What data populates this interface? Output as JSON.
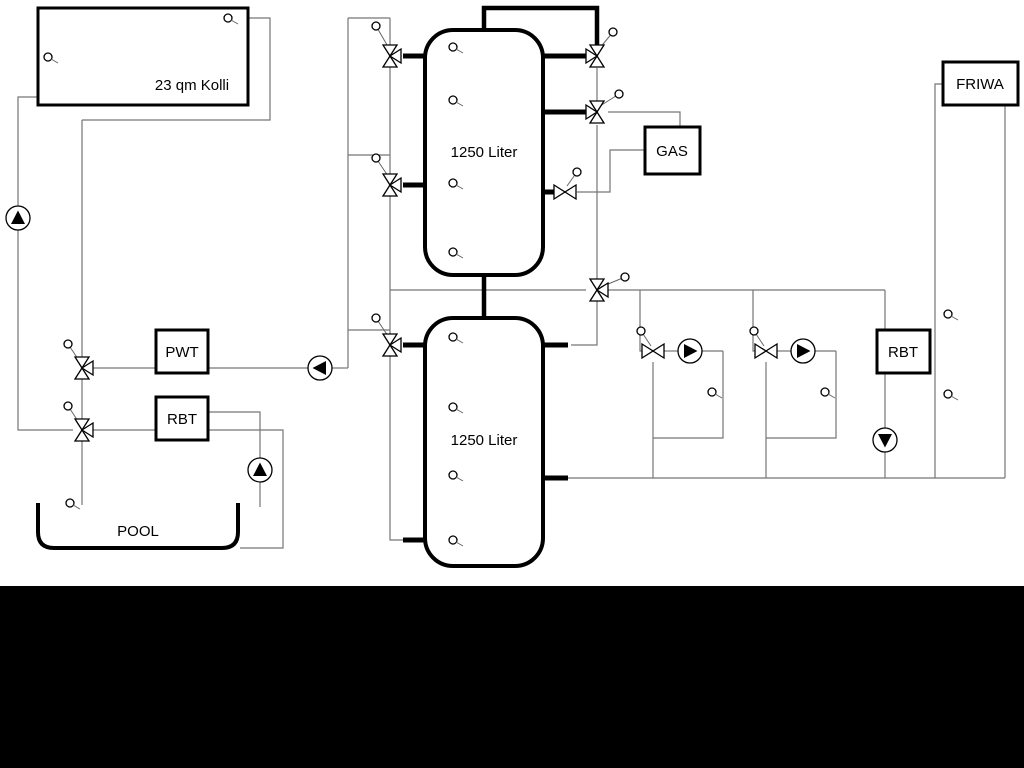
{
  "meta": {
    "background_color": "#000000",
    "canvas_color": "#ffffff",
    "pipe_color": "#767676",
    "line_color": "#000000"
  },
  "components": {
    "collector": {
      "label": "23 qm Kolli"
    },
    "tank1": {
      "label": "1250 Liter"
    },
    "tank2": {
      "label": "1250 Liter"
    },
    "pwt": {
      "label": "PWT"
    },
    "rbt_left": {
      "label": "RBT"
    },
    "rbt_right": {
      "label": "RBT"
    },
    "gas": {
      "label": "GAS"
    },
    "friwa": {
      "label": "FRIWA"
    },
    "pool": {
      "label": "POOL"
    }
  },
  "icons": {
    "pump": "circle-with-solid-triangle",
    "valve": "bowtie-triangles-with-actuator-circle",
    "sensor": "small-circle-with-tick"
  }
}
